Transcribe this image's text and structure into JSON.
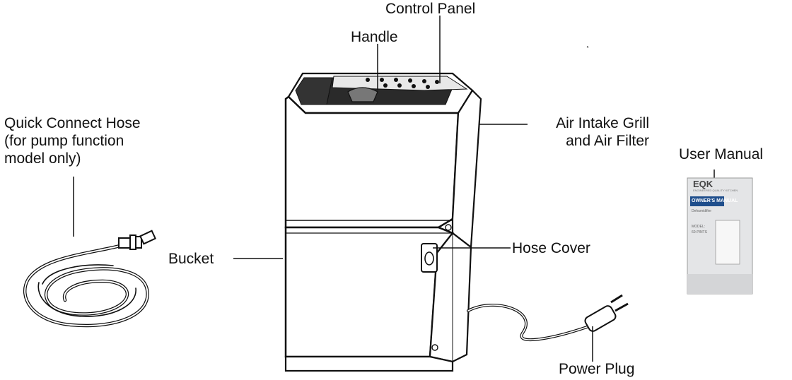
{
  "labels": {
    "control_panel": "Control Panel",
    "handle": "Handle",
    "hose_line1": "Quick Connect Hose",
    "hose_line2": "(for pump function",
    "hose_line3": "model only)",
    "air_line1": "Air Intake Grill",
    "air_line2": "and Air Filter",
    "user_manual": "User Manual",
    "bucket": "Bucket",
    "hose_cover": "Hose Cover",
    "power_plug": "Power Plug"
  },
  "manual_cover": {
    "brand": "EQK",
    "brand_tagline": "ENGINEERED QUALITY KITCHEN",
    "title": "OWNER'S MANUAL",
    "subtitle": "Dehumidifier",
    "model_label": "MODEL:",
    "model_number": "60-PINTS"
  },
  "colors": {
    "line": "#111111",
    "unit_body": "#ffffff",
    "manual_bg": "#e4e5e7",
    "manual_band": "#1f4e8c"
  }
}
